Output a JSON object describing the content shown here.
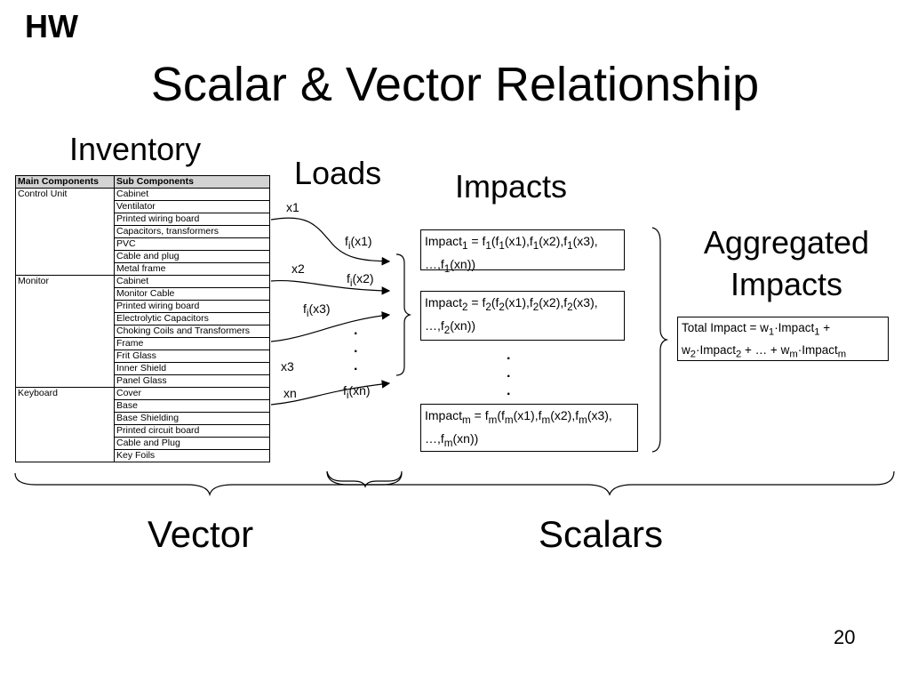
{
  "slide": {
    "tag": "HW",
    "title": "Scalar & Vector Relationship",
    "page_number": "20"
  },
  "labels": {
    "inventory": "Inventory",
    "loads": "Loads",
    "impacts": "Impacts",
    "aggregated_impacts": "Aggregated Impacts",
    "vector": "Vector",
    "scalars": "Scalars"
  },
  "inventory_table": {
    "headers": [
      "Main Components",
      "Sub Components"
    ],
    "groups": [
      {
        "main": "Control Unit",
        "subs": [
          "Cabinet",
          "Ventilator",
          "Printed wiring board",
          "Capacitors, transformers",
          "PVC",
          "Cable and plug",
          "Metal frame"
        ]
      },
      {
        "main": "Monitor",
        "subs": [
          "Cabinet",
          "Monitor Cable",
          "Printed wiring board",
          "Electrolytic Capacitors",
          "Choking Coils and Transformers",
          "Frame",
          "Frit Glass",
          "Inner Shield",
          "Panel Glass"
        ]
      },
      {
        "main": "Keyboard",
        "subs": [
          "Cover",
          "Base",
          "Base Shielding",
          "Printed circuit board",
          "Cable and Plug",
          "Key Foils"
        ]
      }
    ]
  },
  "loads": {
    "inputs": [
      "x1",
      "x2",
      "x3",
      "xn"
    ],
    "functions": [
      {
        "f": "f",
        "sub": "i",
        "arg": "(x1)"
      },
      {
        "f": "f",
        "sub": "i",
        "arg": "(x2)"
      },
      {
        "f": "f",
        "sub": "i",
        "arg": "(x3)"
      },
      {
        "f": "f",
        "sub": "i",
        "arg": "(xn)"
      }
    ]
  },
  "impact_boxes": [
    {
      "idx": "1",
      "line2_prefix": "…,f",
      "line2_suffix": "(xn))"
    },
    {
      "idx": "2",
      "line2_prefix": "…,f",
      "line2_suffix": "(xn))"
    },
    {
      "idx": "m",
      "line2_prefix": "…,f",
      "line2_suffix": "(xn))"
    }
  ],
  "impact_formula": {
    "name": "Impact",
    "eq": " = f",
    "open": "(f",
    "a1": "(x1),f",
    "a2": "(x2),f",
    "a3": "(x3),"
  },
  "total_impact": {
    "prefix": "Total Impact = w",
    "dot_impact": "·Impact",
    "plus": " +",
    "middle": " + … + w",
    "w": "w"
  },
  "dots": "."
}
